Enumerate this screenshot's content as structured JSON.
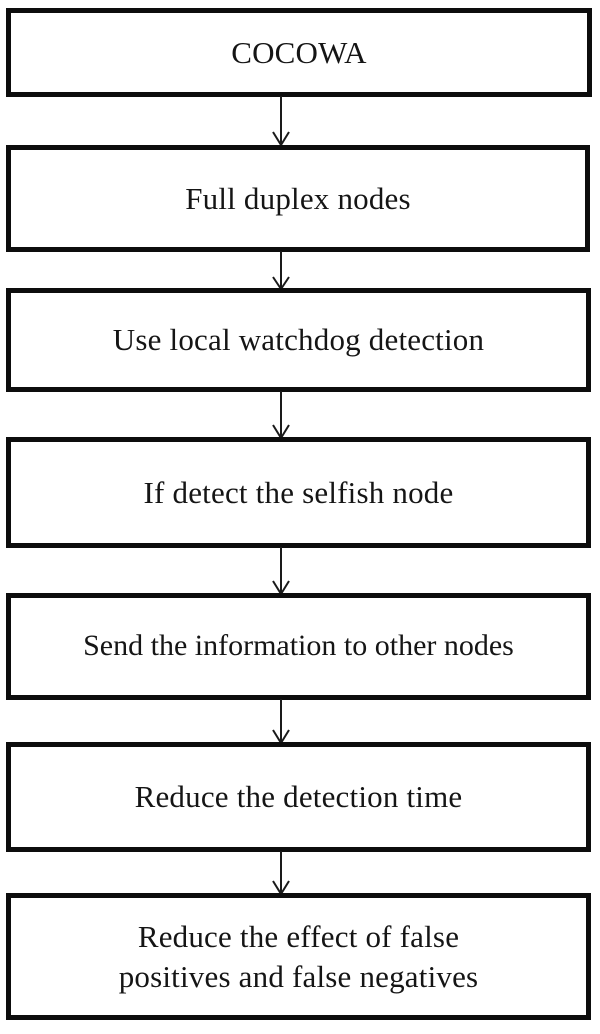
{
  "diagram": {
    "type": "flowchart",
    "orientation": "vertical-top-to-bottom",
    "background_color": "#ffffff",
    "box_border_color": "#0d0d0d",
    "box_fill_color": "#ffffff",
    "text_color": "#151515",
    "connector_color": "#1a1a1a",
    "connector_style": "straight-line-with-open-v-arrowhead",
    "nodes": [
      {
        "id": "n1",
        "label": "COCOWA"
      },
      {
        "id": "n2",
        "label": "Full duplex nodes"
      },
      {
        "id": "n3",
        "label": "Use local watchdog detection"
      },
      {
        "id": "n4",
        "label": "If detect the selfish node"
      },
      {
        "id": "n5",
        "label": "Send the information to other nodes"
      },
      {
        "id": "n6",
        "label": "Reduce the detection time"
      },
      {
        "id": "n7",
        "label": "Reduce the effect of  false\npositives and false negatives"
      }
    ],
    "edges": [
      {
        "id": "e1",
        "from": "n1",
        "to": "n2"
      },
      {
        "id": "e2",
        "from": "n2",
        "to": "n3"
      },
      {
        "id": "e3",
        "from": "n3",
        "to": "n4"
      },
      {
        "id": "e4",
        "from": "n4",
        "to": "n5"
      },
      {
        "id": "e5",
        "from": "n5",
        "to": "n6"
      },
      {
        "id": "e6",
        "from": "n6",
        "to": "n7"
      }
    ]
  }
}
